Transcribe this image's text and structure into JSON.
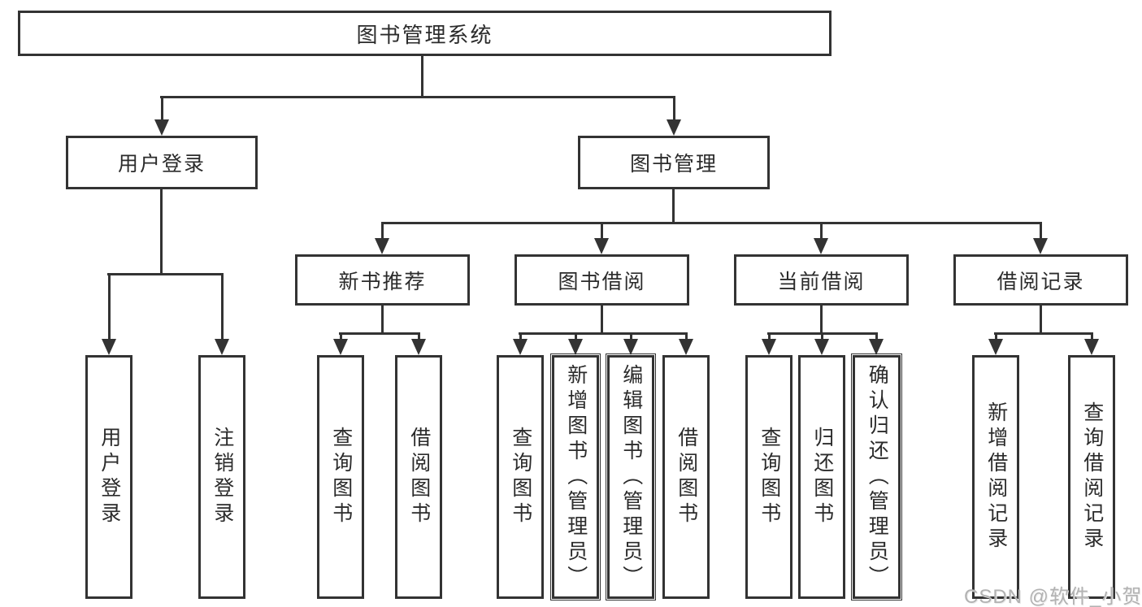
{
  "colors": {
    "line": "#333333",
    "text": "#2b2b2b",
    "background": "#ffffff",
    "watermark": "#b2b2b2"
  },
  "nodes": {
    "root": "图书管理系统",
    "level2": {
      "userLogin": "用户登录",
      "bookMgmt": "图书管理"
    },
    "level3": {
      "newBooks": "新书推荐",
      "bookBorrow": "图书借阅",
      "currentBorrow": "当前借阅",
      "borrowRecords": "借阅记录"
    },
    "leaves": {
      "userLogin": "用户登录",
      "logout": "注销登录",
      "newBooksQuery": "查询图书",
      "newBooksBorrow": "借阅图书",
      "bookBorrowQuery": "查询图书",
      "bookBorrowAdd": "新增图书（管理员）",
      "bookBorrowEdit": "编辑图书（管理员）",
      "bookBorrowBorrow": "借阅图书",
      "currentQuery": "查询图书",
      "currentReturn": "归还图书",
      "currentConfirm": "确认归还（管理员）",
      "recordsAdd": "新增借阅记录",
      "recordsQuery": "查询借阅记录"
    }
  },
  "watermark": "CSDN @软件_小贺同学"
}
